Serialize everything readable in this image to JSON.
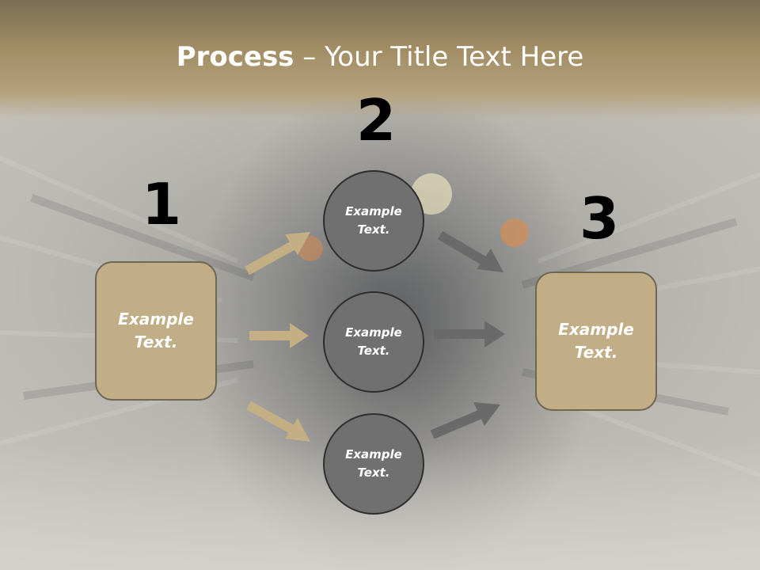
{
  "title": {
    "bold": "Process",
    "rest": " – Your Title Text Here"
  },
  "steps": [
    {
      "number": "1",
      "text": "Example\nText."
    },
    {
      "number": "2",
      "text": "Example\nText."
    },
    {
      "number": "3",
      "text": "Example\nText."
    }
  ],
  "circles": [
    {
      "text": "Example\nText."
    },
    {
      "text": "Example\nText."
    },
    {
      "text": "Example\nText."
    }
  ],
  "colors": {
    "tan_box": "#c1ad86",
    "tan_arrow": "#c4ae84",
    "gray_circle": "#707070",
    "gray_arrow": "#6a6a6a"
  }
}
